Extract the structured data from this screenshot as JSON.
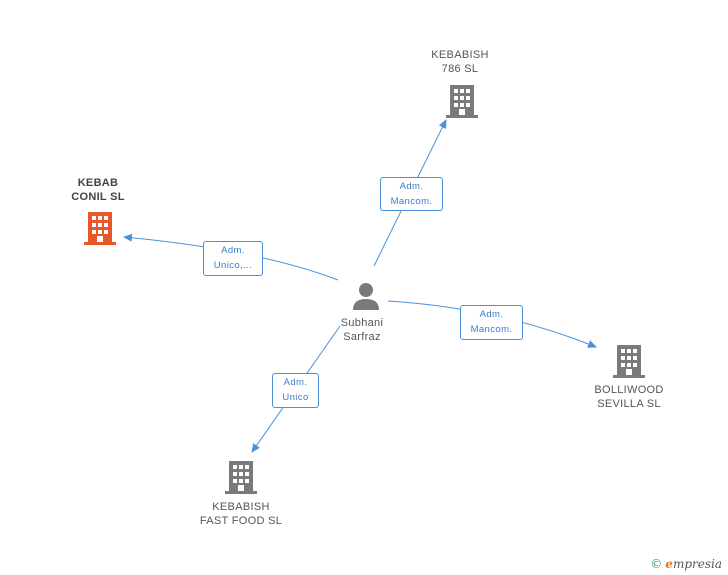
{
  "nodes": {
    "kebabish786": {
      "line1": "KEBABISH",
      "line2": "786 SL"
    },
    "kebabConil": {
      "line1": "KEBAB",
      "line2": "CONIL SL"
    },
    "person": {
      "line1": "Subhani",
      "line2": "Sarfraz"
    },
    "bolliwood": {
      "line1": "BOLLIWOOD",
      "line2": "SEVILLA  SL"
    },
    "kebabishFastFood": {
      "line1": "KEBABISH",
      "line2": "FAST FOOD SL"
    }
  },
  "edges": {
    "toKebabish786": {
      "line1": "Adm.",
      "line2": "Mancom."
    },
    "toKebabConil": {
      "line1": "Adm.",
      "line2": "Unico,..."
    },
    "toBolliwood": {
      "line1": "Adm.",
      "line2": "Mancom."
    },
    "toFastFood": {
      "line1": "Adm.",
      "line2": "Unico"
    }
  },
  "colors": {
    "building_gray": "#7a7a7a",
    "building_highlight": "#e8572a",
    "edge_line": "#4a90d9",
    "person_icon": "#7a7a7a"
  },
  "icons": {
    "company": "building-icon",
    "person": "person-icon"
  },
  "brand": {
    "copyright": "©",
    "initial": "e",
    "name": "mpresia"
  }
}
